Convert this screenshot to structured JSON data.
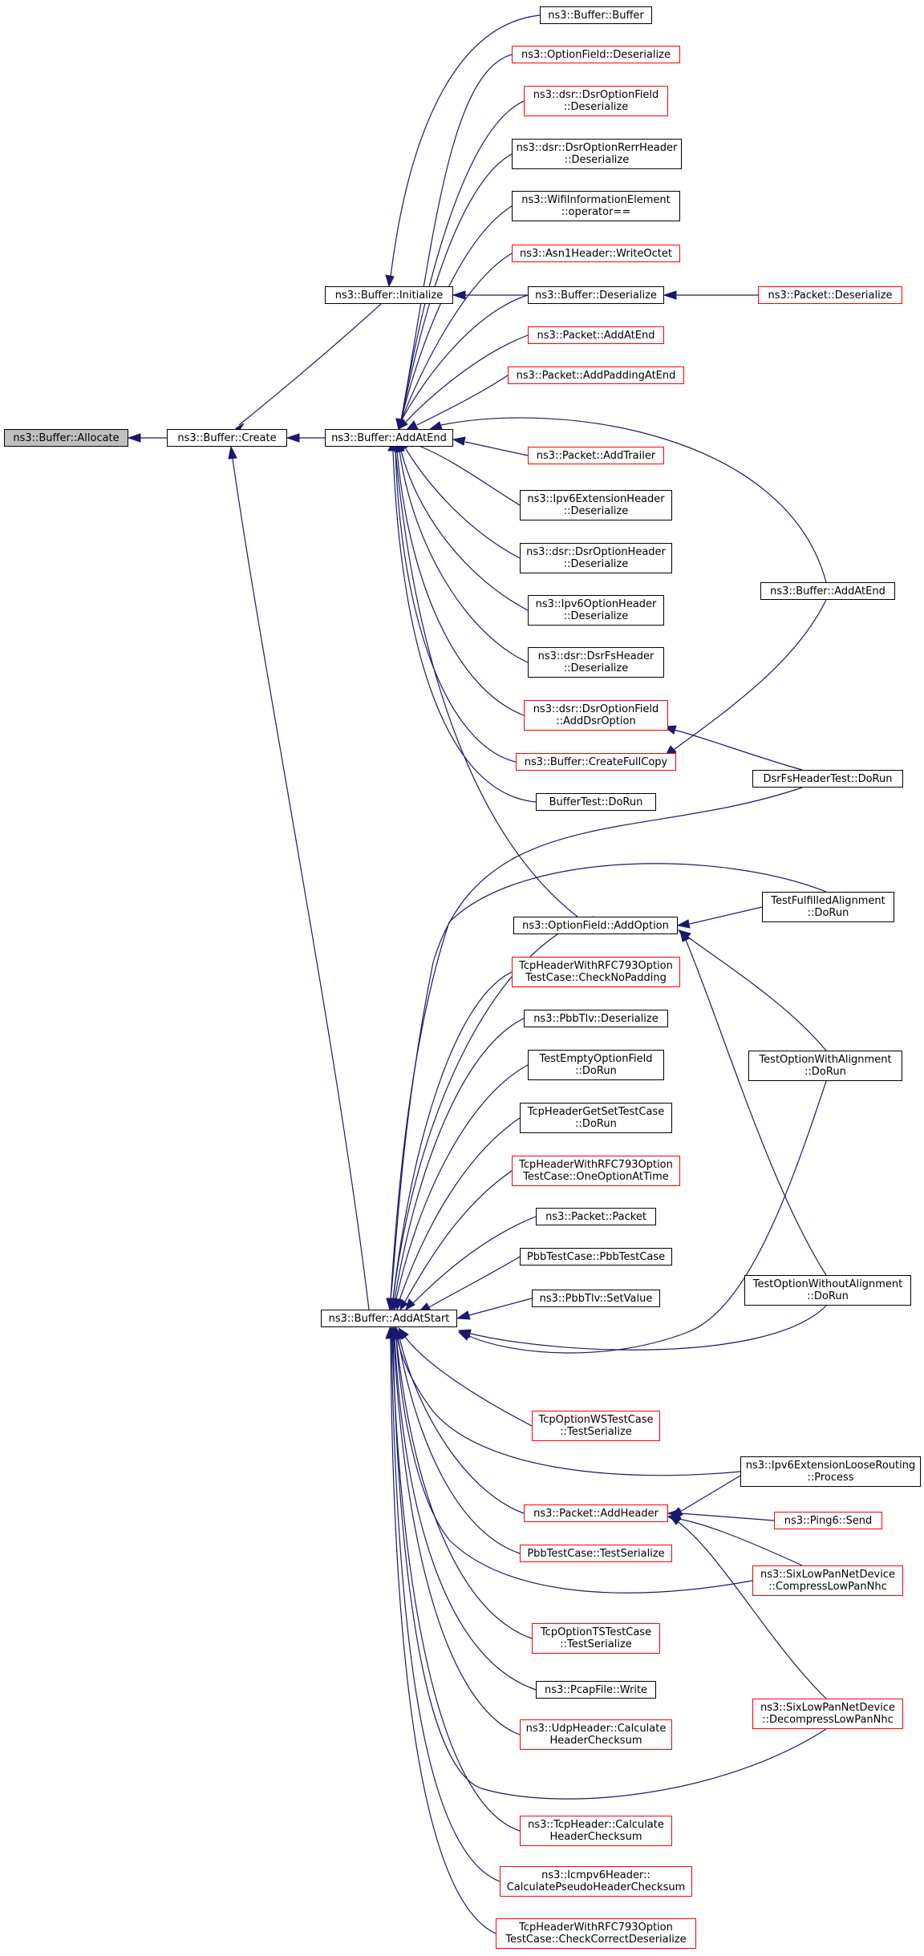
{
  "colors": {
    "edge": "#191970",
    "border_default": "#000000",
    "border_no_docs": "#ff0000",
    "root_fill": "#bfbfbf"
  },
  "nodes": {
    "allocate": {
      "label": "ns3::Buffer::Allocate"
    },
    "create": {
      "label": "ns3::Buffer::Create"
    },
    "initialize": {
      "label": "ns3::Buffer::Initialize"
    },
    "addatend": {
      "label": "ns3::Buffer::AddAtEnd"
    },
    "addatstart": {
      "label": "ns3::Buffer::AddAtStart"
    },
    "buffer_ctor": {
      "label": "ns3::Buffer::Buffer"
    },
    "optionfield_deser": {
      "label": "ns3::OptionField::Deserialize"
    },
    "dsroptionfield_deser": {
      "label": "ns3::dsr::DsrOptionField\n::Deserialize"
    },
    "dsroptionrerr_deser": {
      "label": "ns3::dsr::DsrOptionRerrHeader\n::Deserialize"
    },
    "wifiinfo_eq": {
      "label": "ns3::WifiInformationElement\n::operator=="
    },
    "asn1_writeoctet": {
      "label": "ns3::Asn1Header::WriteOctet"
    },
    "buffer_deser": {
      "label": "ns3::Buffer::Deserialize"
    },
    "packet_deser": {
      "label": "ns3::Packet::Deserialize"
    },
    "packet_addatend": {
      "label": "ns3::Packet::AddAtEnd"
    },
    "packet_addpadding": {
      "label": "ns3::Packet::AddPaddingAtEnd"
    },
    "packet_addtrailer": {
      "label": "ns3::Packet::AddTrailer"
    },
    "ipv6ext_deser": {
      "label": "ns3::Ipv6ExtensionHeader\n::Deserialize"
    },
    "dsroptionheader_deser": {
      "label": "ns3::dsr::DsrOptionHeader\n::Deserialize"
    },
    "ipv6option_deser": {
      "label": "ns3::Ipv6OptionHeader\n::Deserialize"
    },
    "dsrfs_deser": {
      "label": "ns3::dsr::DsrFsHeader\n::Deserialize"
    },
    "dsroptionfield_add": {
      "label": "ns3::dsr::DsrOptionField\n::AddDsrOption"
    },
    "createfullcopy": {
      "label": "ns3::Buffer::CreateFullCopy"
    },
    "buffertest_dorun": {
      "label": "BufferTest::DoRun"
    },
    "buffer_addatend2": {
      "label": "ns3::Buffer::AddAtEnd"
    },
    "dsrfstest_dorun": {
      "label": "DsrFsHeaderTest::DoRun"
    },
    "optionfield_addoption": {
      "label": "ns3::OptionField::AddOption"
    },
    "testfulfilled": {
      "label": "TestFulfilledAlignment\n::DoRun"
    },
    "tcp793_nopadding": {
      "label": "TcpHeaderWithRFC793Option\nTestCase::CheckNoPadding"
    },
    "pbbtlv_deser": {
      "label": "ns3::PbbTlv::Deserialize"
    },
    "testempty": {
      "label": "TestEmptyOptionField\n::DoRun"
    },
    "testwithalign": {
      "label": "TestOptionWithAlignment\n::DoRun"
    },
    "tcpgetset": {
      "label": "TcpHeaderGetSetTestCase\n::DoRun"
    },
    "tcp793_oneoption": {
      "label": "TcpHeaderWithRFC793Option\nTestCase::OneOptionAtTime"
    },
    "packet_ctor": {
      "label": "ns3::Packet::Packet"
    },
    "pbbtestcase_ctor": {
      "label": "PbbTestCase::PbbTestCase"
    },
    "pbbtlv_setvalue": {
      "label": "ns3::PbbTlv::SetValue"
    },
    "testwithoutalign": {
      "label": "TestOptionWithoutAlignment\n::DoRun"
    },
    "tcpoptionws": {
      "label": "TcpOptionWSTestCase\n::TestSerialize"
    },
    "ipv6loose": {
      "label": "ns3::Ipv6ExtensionLooseRouting\n::Process"
    },
    "packet_addheader": {
      "label": "ns3::Packet::AddHeader"
    },
    "ping6_send": {
      "label": "ns3::Ping6::Send"
    },
    "pbbtestcase_ser": {
      "label": "PbbTestCase::TestSerialize"
    },
    "sixlowpan_compress": {
      "label": "ns3::SixLowPanNetDevice\n::CompressLowPanNhc"
    },
    "tcpoptionts": {
      "label": "TcpOptionTSTestCase\n::TestSerialize"
    },
    "pcapfile_write": {
      "label": "ns3::PcapFile::Write"
    },
    "sixlowpan_decompress": {
      "label": "ns3::SixLowPanNetDevice\n::DecompressLowPanNhc"
    },
    "udp_checksum": {
      "label": "ns3::UdpHeader::Calculate\nHeaderChecksum"
    },
    "tcp_checksum": {
      "label": "ns3::TcpHeader::Calculate\nHeaderChecksum"
    },
    "icmpv6_checksum": {
      "label": "ns3::Icmpv6Header::\nCalculatePseudoHeaderChecksum"
    },
    "tcp793_correct": {
      "label": "TcpHeaderWithRFC793Option\nTestCase::CheckCorrectDeserialize"
    }
  }
}
